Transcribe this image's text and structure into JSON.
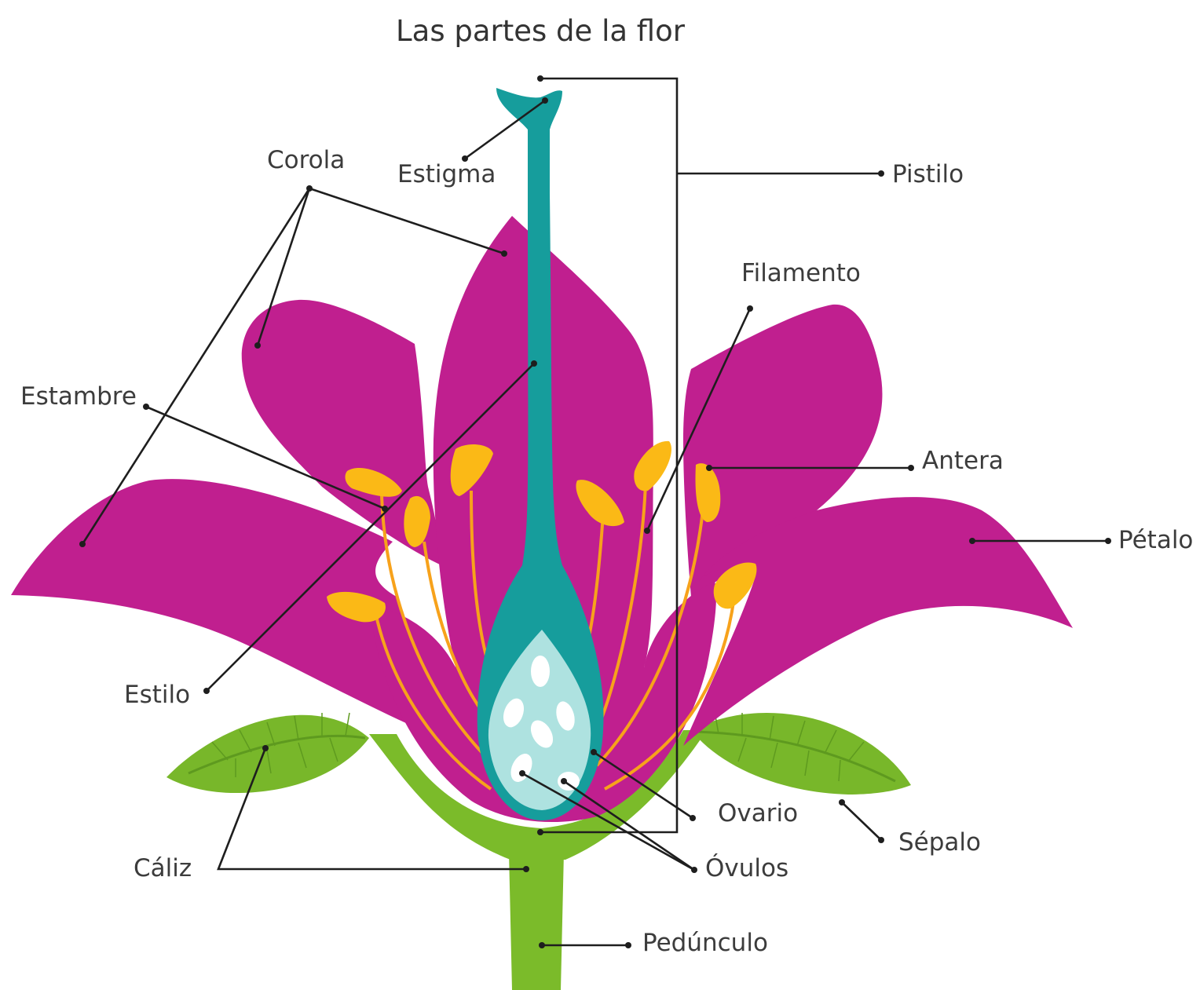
{
  "title": "Las partes de la flor",
  "labels": {
    "corola": "Corola",
    "estigma": "Estigma",
    "pistilo": "Pistilo",
    "filamento": "Filamento",
    "estambre": "Estambre",
    "antera": "Antera",
    "petalo": "Pétalo",
    "estilo": "Estilo",
    "ovario": "Ovario",
    "sepalo": "Sépalo",
    "caliz": "Cáliz",
    "ovulos": "Óvulos",
    "pedunculo": "Pedúnculo"
  },
  "colors": {
    "petal": "#c01f8f",
    "pistil": "#169d9c",
    "ovary_inner": "#aee2e0",
    "ovule": "#ffffff",
    "anther": "#fbb916",
    "filament": "#f7a21b",
    "sepal": "#78b72a",
    "stem": "#7bbb2a",
    "leader_line": "#1e1e1e"
  }
}
